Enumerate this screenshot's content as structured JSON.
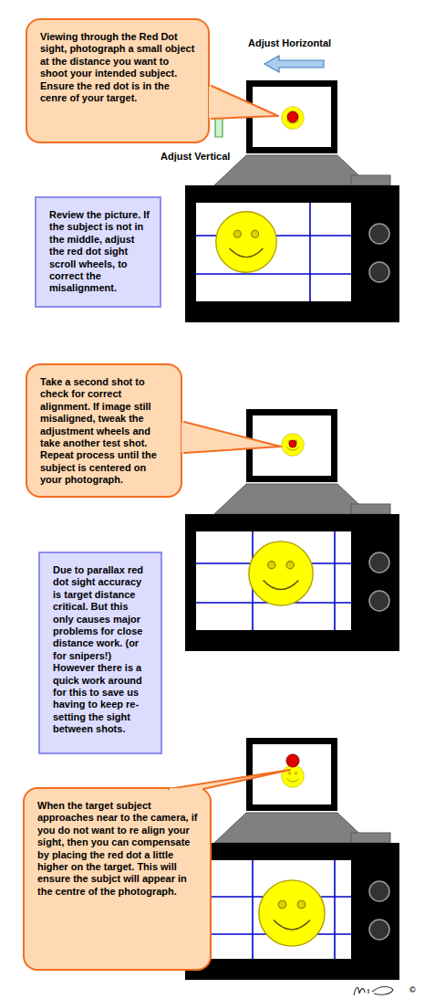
{
  "diagram": {
    "nodes": [
      {
        "text": [
          "Viewing through the Red Dot sight, photograph a small object at the distance you want to shoot your intended subject. Ensure the red dot is in the cenre of your target."
        ]
      },
      {
        "text": [
          "Review the picture. If the subject is not in the middle, adjust the red dot sight scroll wheels, to correct the misalignment."
        ]
      },
      {
        "text": [
          "Take a second shot to check for correct alignment. If image still misaligned, tweak the adjustment wheels and take another test shot. Repeat process until the subject is centered on your photograph."
        ]
      },
      {
        "text": [
          "Due to parallax red dot sight accuracy is target distance critical. But this only causes major problems for close distance work. (or for snipers!) However there is a quick work around for this to save us having to keep re-setting the sight between shots."
        ]
      },
      {
        "text": [
          "When the target subject approaches near to the camera, if you do not want to re align your sight, then you can compensate by placing the red dot a little higher on the target. This will ensure the subjct will appear in the centre of the photograph."
        ]
      }
    ],
    "labels": [
      "Adjust Horizontal",
      "Adjust Vertical",
      "©"
    ]
  }
}
